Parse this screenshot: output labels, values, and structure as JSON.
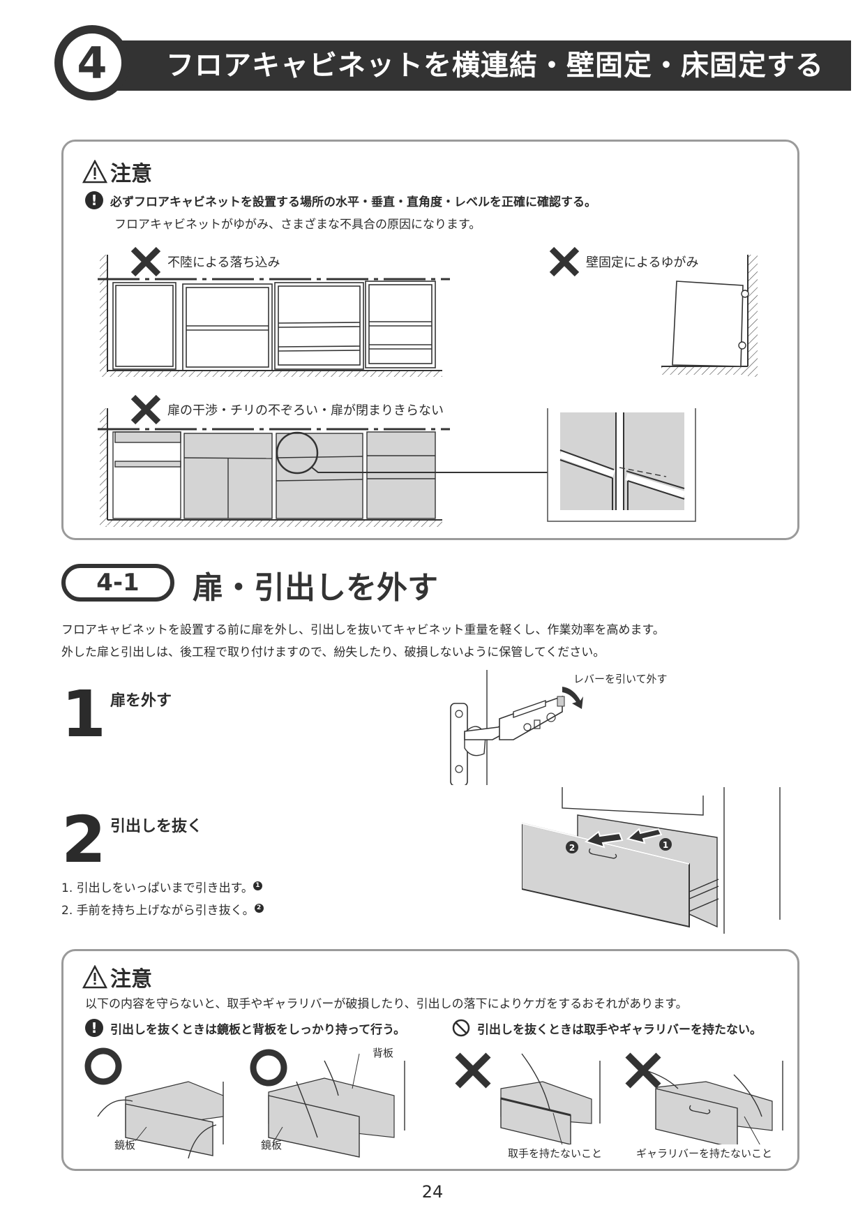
{
  "header": {
    "section_number": "4",
    "title": "フロアキャビネットを横連結・壁固定・床固定する"
  },
  "caution1": {
    "title": "注意",
    "bold_line": "必ずフロアキャビネットを設置する場所の水平・垂直・直角度・レベルを正確に確認する。",
    "note": "フロアキャビネットがゆがみ、さまざまな不具合の原因になります。",
    "diagrams": [
      {
        "label": "不陸による落ち込み"
      },
      {
        "label": "壁固定によるゆがみ"
      },
      {
        "label": "扉の干渉・チリの不ぞろい・扉が閉まりきらない"
      }
    ]
  },
  "subsection": {
    "number": "4-1",
    "title": "扉・引出しを外す",
    "intro_lines": [
      "フロアキャビネットを設置する前に扉を外し、引出しを抜いてキャビネット重量を軽くし、作業効率を高めます。",
      "外した扉と引出しは、後工程で取り付けますので、紛失したり、破損しないように保管してください。"
    ]
  },
  "steps": [
    {
      "number": "1",
      "title": "扉を外す",
      "callout": "レバーを引いて外す"
    },
    {
      "number": "2",
      "title": "引出しを抜く",
      "items": [
        {
          "text": "1. 引出しをいっぱいまで引き出す。",
          "badge": "1"
        },
        {
          "text": "2. 手前を持ち上げながら引き抜く。",
          "badge": "2"
        }
      ],
      "figure_badges": [
        "1",
        "2"
      ]
    }
  ],
  "caution2": {
    "title": "注意",
    "note": "以下の内容を守らないと、取手やギャラリバーが破損したり、引出しの落下によりケガをするおそれがあります。",
    "do_line": "引出しを抜くときは鏡板と背板をしっかり持って行う。",
    "dont_line": "引出しを抜くときは取手やギャラリバーを持たない。",
    "figures": [
      {
        "mark": "ok",
        "labels": [
          "鏡板"
        ]
      },
      {
        "mark": "ok",
        "labels": [
          "背板",
          "鏡板"
        ]
      },
      {
        "mark": "ng",
        "labels": [
          "取手を持たないこと"
        ]
      },
      {
        "mark": "ng",
        "labels": [
          "ギャラリバーを持たないこと"
        ]
      }
    ]
  },
  "footer": {
    "page_number": "24"
  },
  "colors": {
    "dark": "#333333",
    "panel_gray": "#d4d4d4",
    "border_gray": "#9a9a9a"
  }
}
